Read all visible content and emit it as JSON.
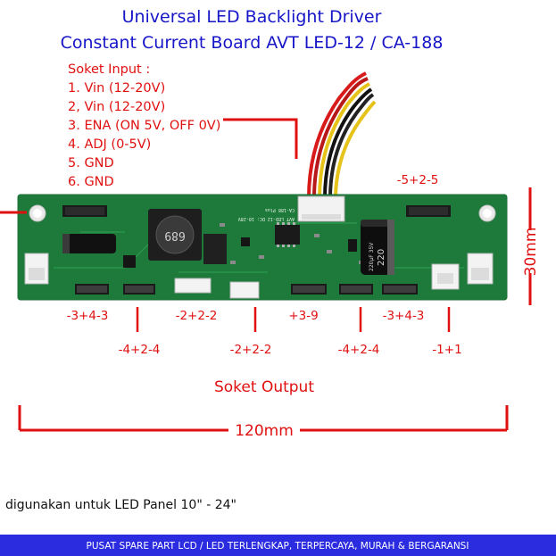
{
  "title": {
    "line1": "Universal LED Backlight Driver",
    "line2": "Constant Current Board AVT LED-12 / CA-188"
  },
  "input": {
    "heading": "Soket Input :",
    "pins": [
      "1. Vin (12-20V)",
      "2, Vin (12-20V)",
      "3. ENA (ON 5V, OFF 0V)",
      "4. ADJ (0-5V)",
      "5. GND",
      "6. GND"
    ]
  },
  "board": {
    "inductor": "689",
    "cap_value": "220",
    "cap_text": "220μF 35V",
    "silk_top": "CA-188 Plus",
    "silk_sub": "AVT LED-12 DC: 10-28V"
  },
  "labels": {
    "top_right": "-5+2-5",
    "row1": [
      "-3+4-3",
      "-2+2-2",
      "+3-9",
      "-3+4-3"
    ],
    "row2": [
      "-4+2-4",
      "-2+2-2",
      "-4+2-4",
      "-1+1"
    ],
    "output": "Soket Output",
    "height": "30mm",
    "width": "120mm"
  },
  "note": "digunakan untuk LED Panel 10\" - 24\"",
  "footer": "PUSAT SPARE PART LCD / LED TERLENGKAP, TERPERCAYA, MURAH & BERGARANSI",
  "colors": {
    "title": "#1616c8",
    "annotation": "#e01010",
    "pcb": "#1d7a3a",
    "footer": "#2b2be0"
  }
}
